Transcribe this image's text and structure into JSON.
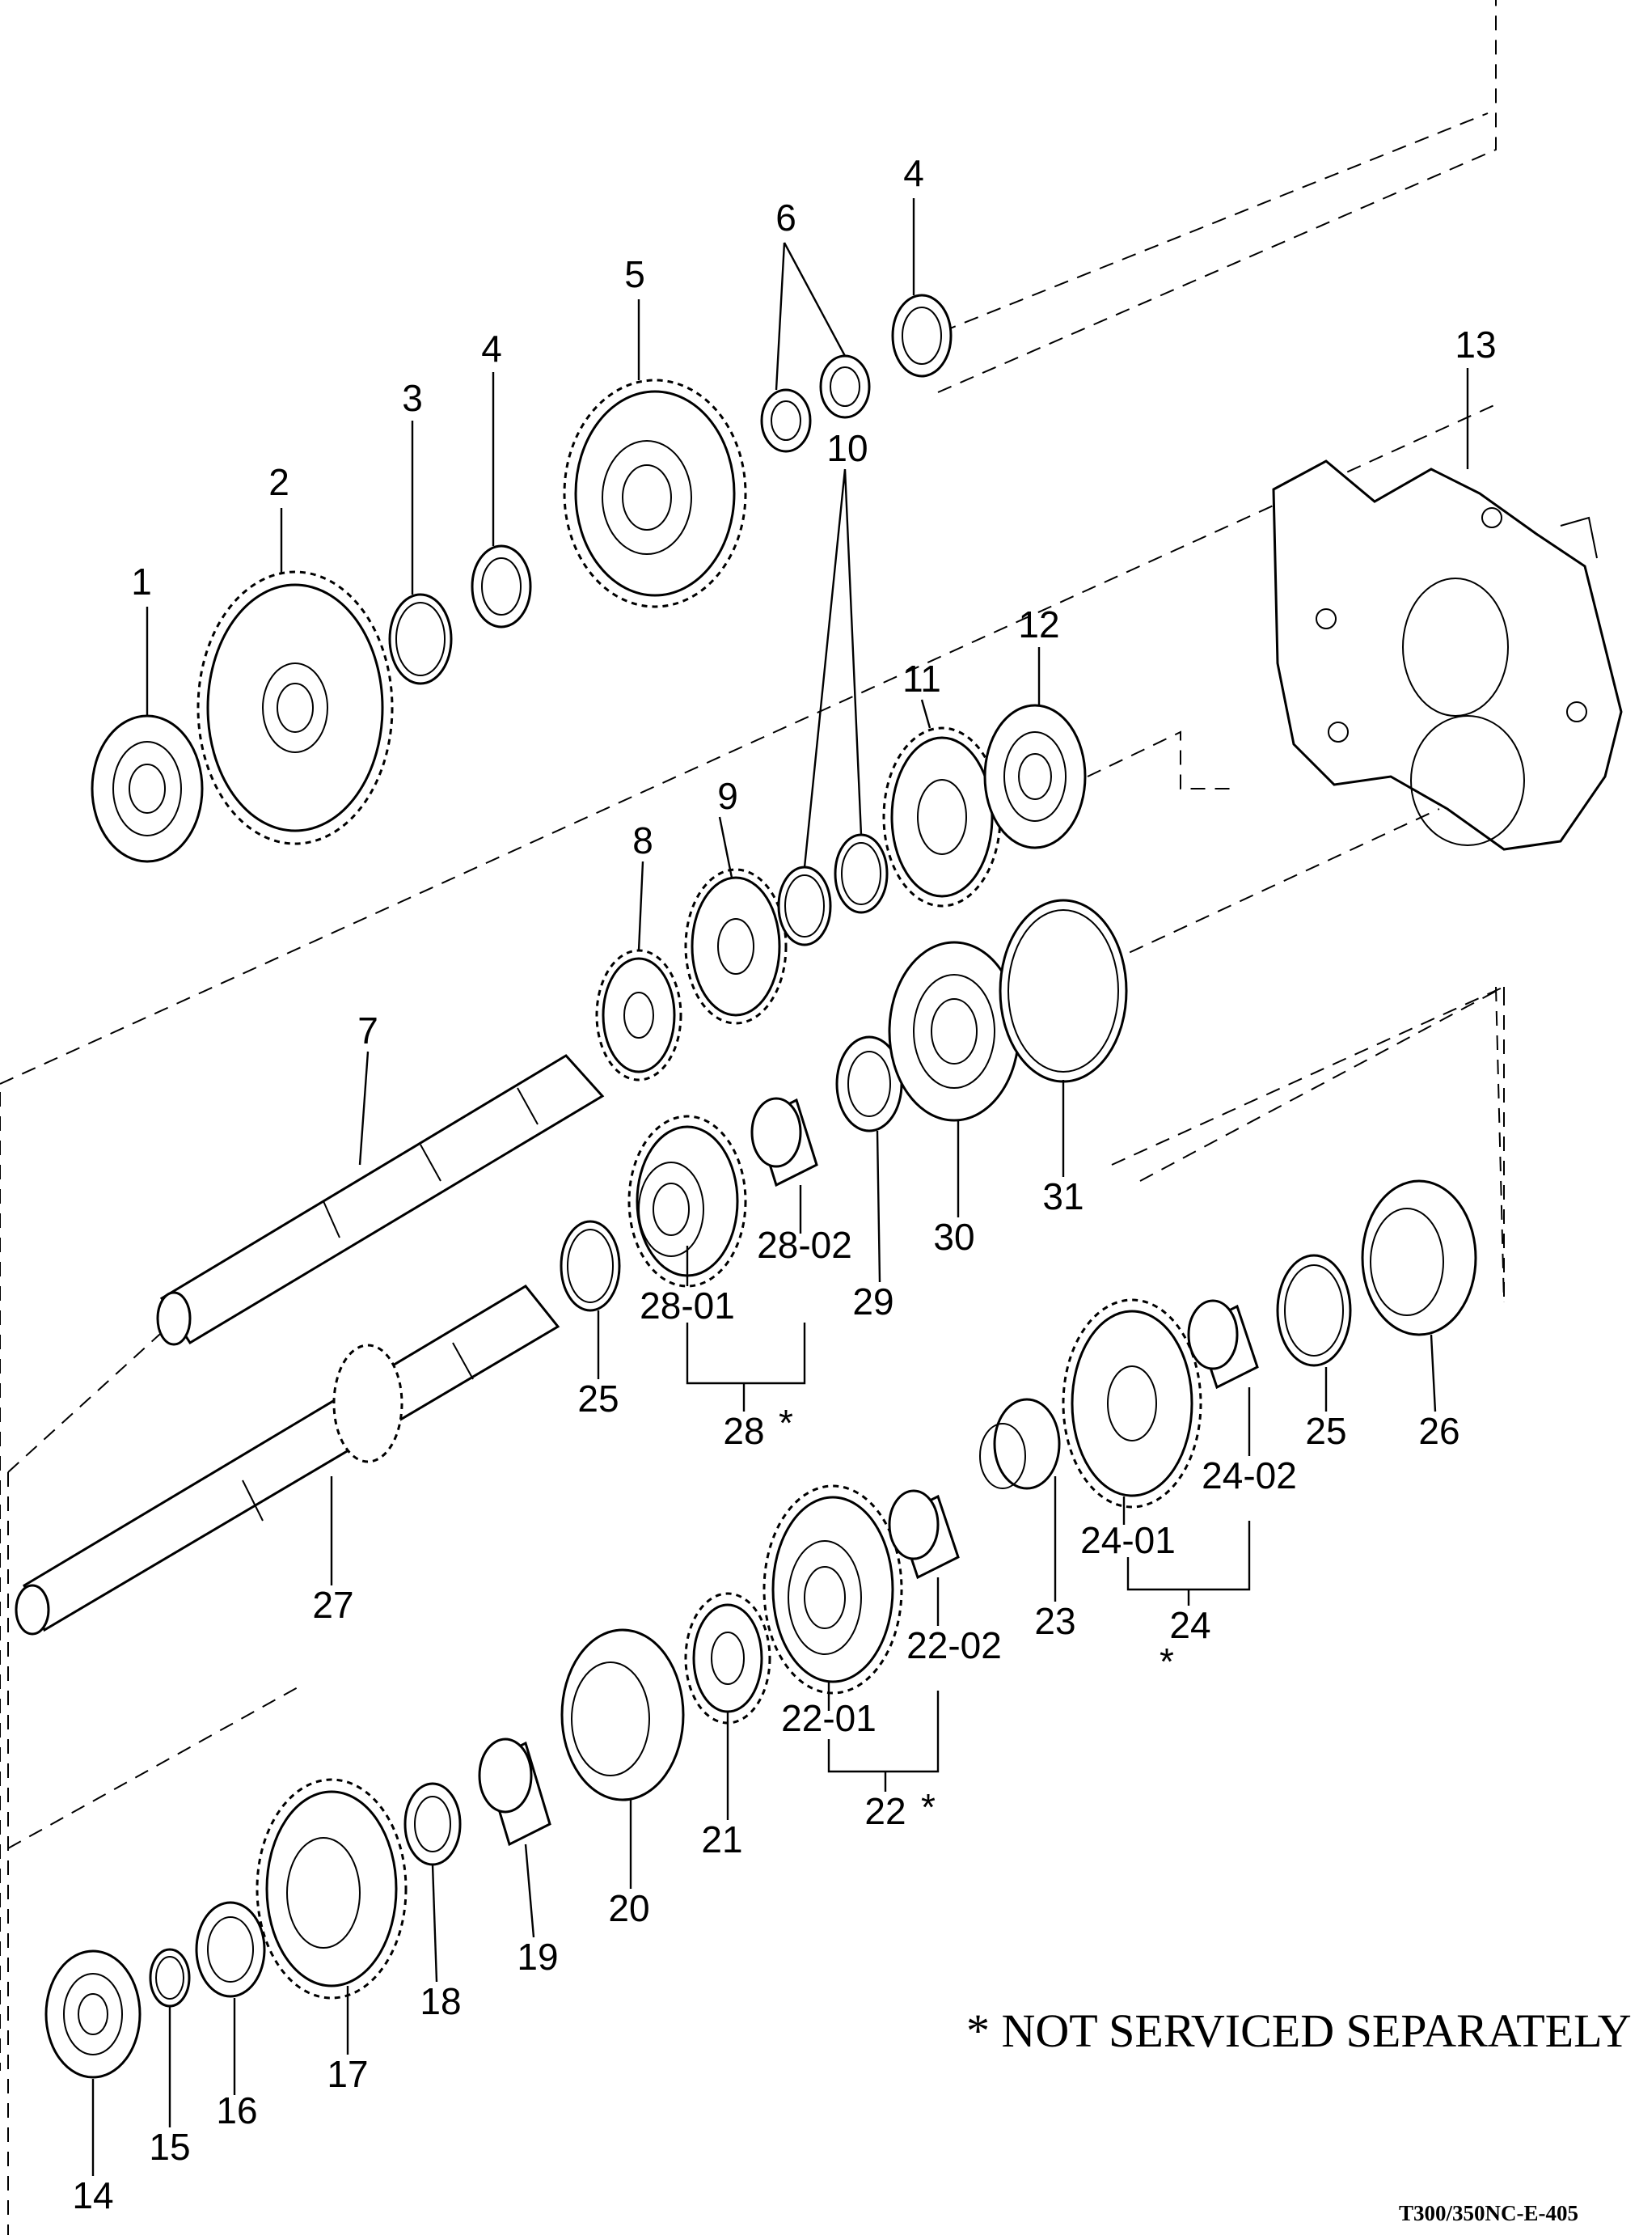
{
  "callouts": [
    {
      "id": "c1",
      "text": "1"
    },
    {
      "id": "c2",
      "text": "2"
    },
    {
      "id": "c3",
      "text": "3"
    },
    {
      "id": "c4a",
      "text": "4"
    },
    {
      "id": "c4b",
      "text": "4"
    },
    {
      "id": "c5",
      "text": "5"
    },
    {
      "id": "c6",
      "text": "6"
    },
    {
      "id": "c7",
      "text": "7"
    },
    {
      "id": "c8",
      "text": "8"
    },
    {
      "id": "c9",
      "text": "9"
    },
    {
      "id": "c10",
      "text": "10"
    },
    {
      "id": "c11",
      "text": "11"
    },
    {
      "id": "c12",
      "text": "12"
    },
    {
      "id": "c13",
      "text": "13"
    },
    {
      "id": "c14",
      "text": "14"
    },
    {
      "id": "c15",
      "text": "15"
    },
    {
      "id": "c16",
      "text": "16"
    },
    {
      "id": "c17",
      "text": "17"
    },
    {
      "id": "c18",
      "text": "18"
    },
    {
      "id": "c19",
      "text": "19"
    },
    {
      "id": "c20",
      "text": "20"
    },
    {
      "id": "c21",
      "text": "21"
    },
    {
      "id": "c22",
      "text": "22"
    },
    {
      "id": "c2201",
      "text": "22-01"
    },
    {
      "id": "c2202",
      "text": "22-02"
    },
    {
      "id": "c23",
      "text": "23"
    },
    {
      "id": "c24",
      "text": "24"
    },
    {
      "id": "c2401",
      "text": "24-01"
    },
    {
      "id": "c2402",
      "text": "24-02"
    },
    {
      "id": "c25a",
      "text": "25"
    },
    {
      "id": "c25b",
      "text": "25"
    },
    {
      "id": "c26",
      "text": "26"
    },
    {
      "id": "c27",
      "text": "27"
    },
    {
      "id": "c28",
      "text": "28"
    },
    {
      "id": "c2801",
      "text": "28-01"
    },
    {
      "id": "c2802",
      "text": "28-02"
    },
    {
      "id": "c29",
      "text": "29"
    },
    {
      "id": "c30",
      "text": "30"
    },
    {
      "id": "c31",
      "text": "31"
    }
  ],
  "asterisks": {
    "a28": "*",
    "a24": "*",
    "a22": "*"
  },
  "note": "* NOT SERVICED SEPARATELY",
  "drawing_code": "T300/350NC-E-405"
}
